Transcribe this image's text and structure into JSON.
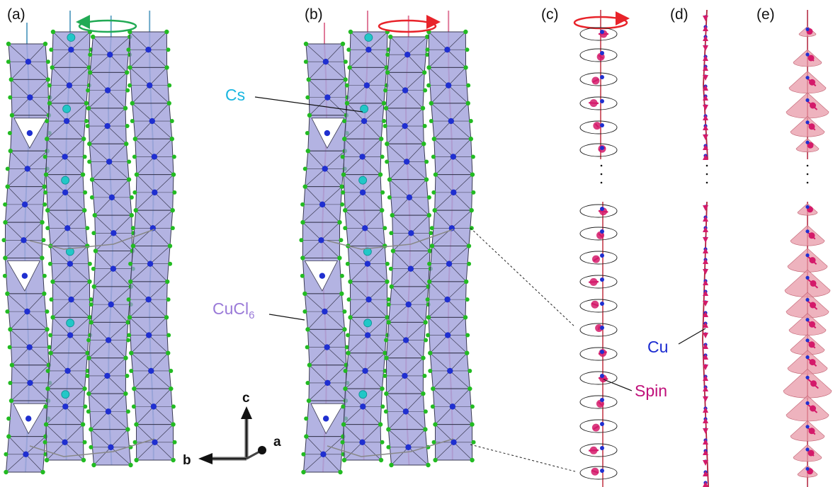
{
  "panels": {
    "a": "(a)",
    "b": "(b)",
    "c": "(c)",
    "d": "(d)",
    "e": "(e)"
  },
  "labels": {
    "cs": "Cs",
    "cucl6": "CuCl",
    "cucl6_subscript": "6",
    "cu": "Cu",
    "spin": "Spin"
  },
  "axes": {
    "c": "c",
    "b": "b",
    "a": "a"
  },
  "colors": {
    "polyhedron_fill": "#9a9ad8",
    "polyhedron_edge": "#3a3a52",
    "cl_atom": "#22bb22",
    "cu_atom": "#1f2fd0",
    "cs_atom": "#22c7c7",
    "chirality_left": "#22aa55",
    "chirality_right": "#e8232a",
    "spin": "#d41a6a",
    "cone": "#e89aa8",
    "cs_label": "#18b6e0",
    "cucl6_label": "#9a7ad8",
    "cu_label": "#1a2ad0",
    "spin_label": "#c0107a"
  }
}
